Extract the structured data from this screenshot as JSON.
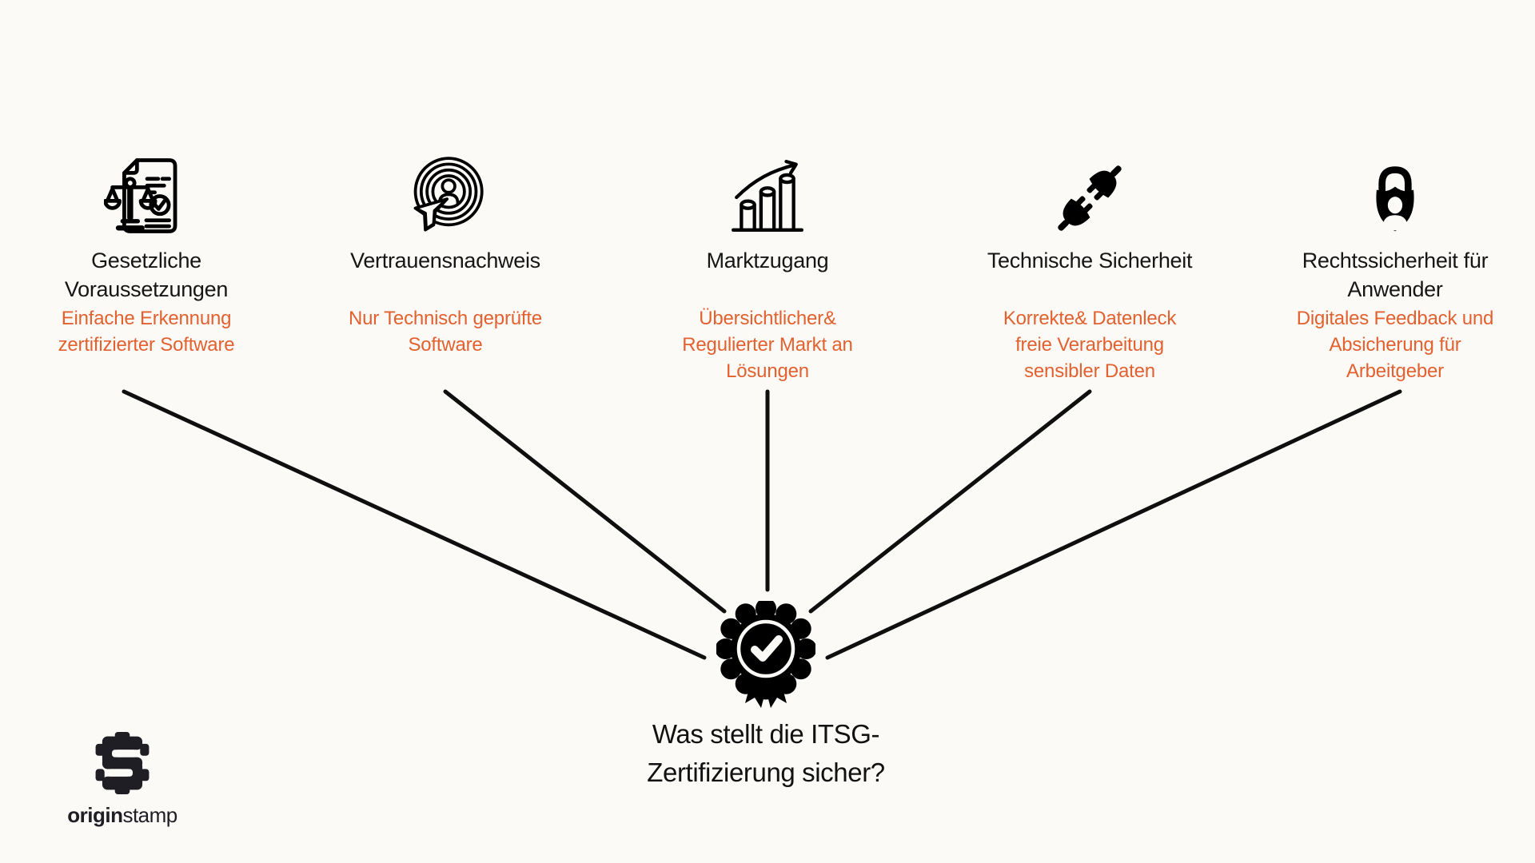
{
  "meta": {
    "background_color": "#fbfaf7",
    "accent_color": "#e2612f",
    "text_color": "#161616",
    "line_color": "#0f0f0f"
  },
  "center": {
    "badge_icon": "certification-badge-icon",
    "question": [
      "Was stellt die ITSG-",
      "Zertifizierung sicher?"
    ]
  },
  "branding": {
    "logo_bold": "origin",
    "logo_regular": "stamp"
  },
  "cards": [
    {
      "icon": "law-document-icon",
      "title": [
        "Gesetzliche",
        "Voraussetzungen"
      ],
      "subtitle": [
        "Einfache Erkennung",
        "zertifizierter Software"
      ]
    },
    {
      "icon": "target-cursor-icon",
      "title": [
        "Vertrauensnachweis"
      ],
      "subtitle": [
        "Nur Technisch geprüfte",
        "Software"
      ]
    },
    {
      "icon": "growth-chart-icon",
      "title": [
        "Marktzugang"
      ],
      "subtitle": [
        "Übersichtlicher&",
        "Regulierter Markt an",
        "Lösungen"
      ]
    },
    {
      "icon": "plug-connection-icon",
      "title": [
        "Technische Sicherheit"
      ],
      "subtitle": [
        "Korrekte& Datenleck",
        "freie Verarbeitung",
        "sensibler Daten"
      ]
    },
    {
      "icon": "lock-user-icon",
      "title": [
        "Rechtssicherheit für",
        "Anwender"
      ],
      "subtitle": [
        "Digitales Feedback und",
        "Absicherung für",
        "Arbeitgeber"
      ]
    }
  ]
}
